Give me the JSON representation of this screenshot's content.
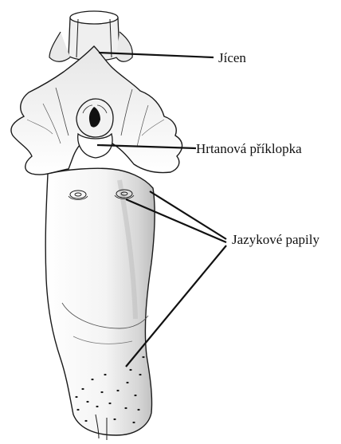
{
  "labels": {
    "esophagus": "Jícen",
    "epiglottis": "Hrtanová příklopka",
    "papillae": "Jazykové papily"
  },
  "colors": {
    "outline": "#1a1a1a",
    "shade": "#cfcfcf",
    "shade_light": "#e8e8e8",
    "fill": "#f7f7f7"
  }
}
